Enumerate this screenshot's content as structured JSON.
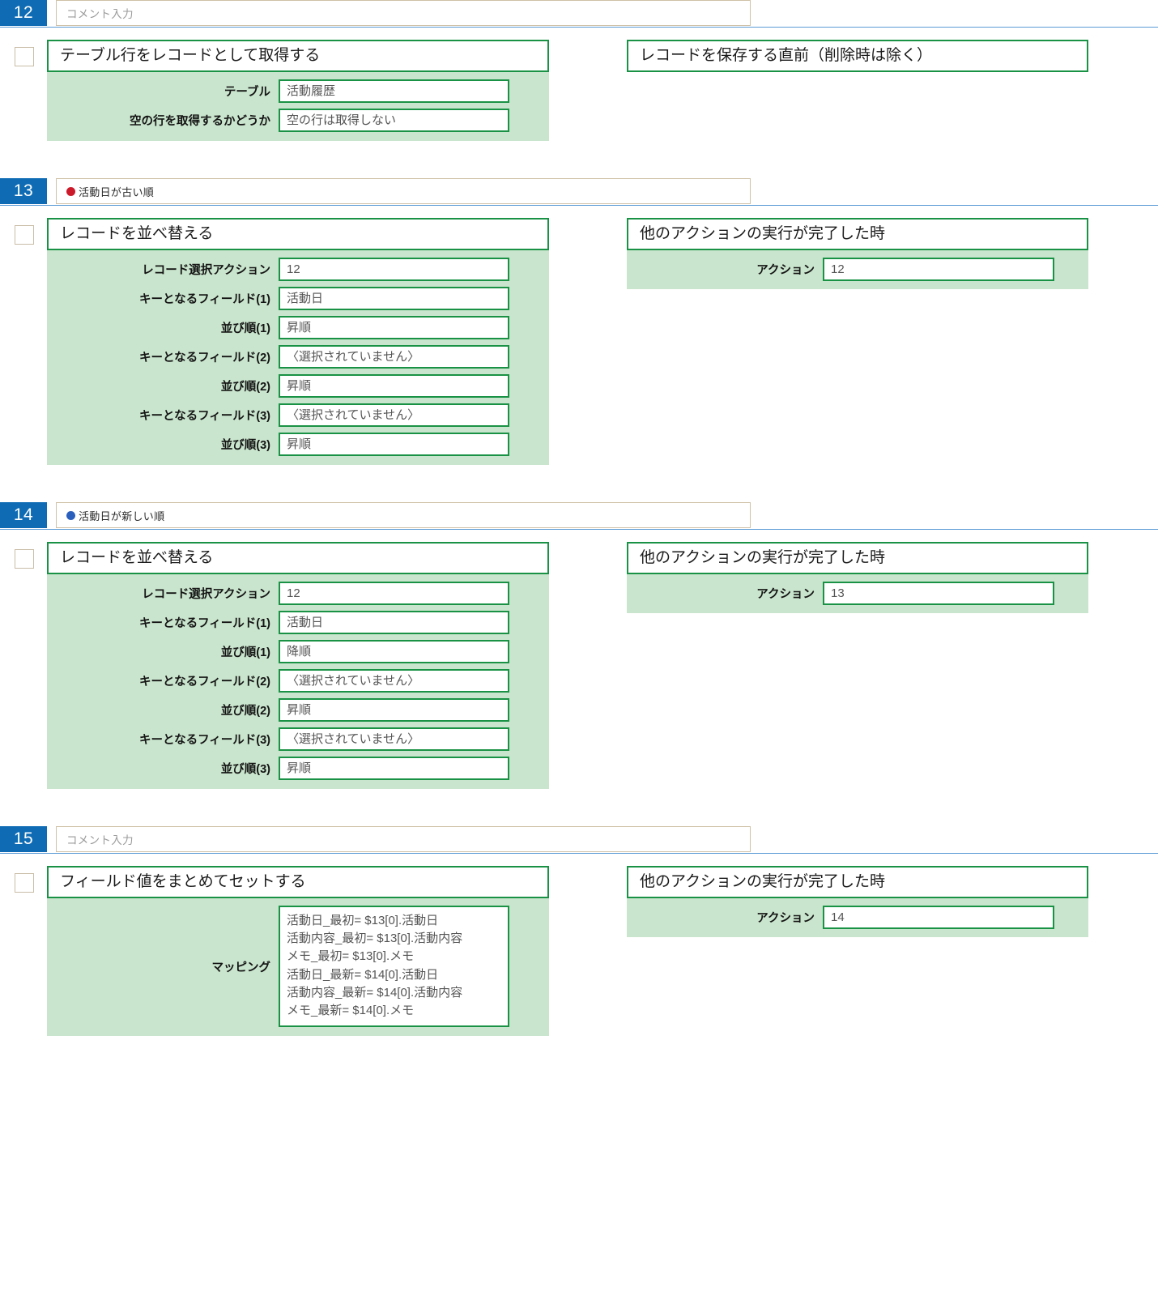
{
  "colors": {
    "index_badge_bg": "#0f6cb4",
    "panel_green": "#c9e5cd",
    "border_green": "#1a9245",
    "comment_border": "#cfc1a6",
    "rule_blue": "#5b9bd5",
    "checkbox_border": "#c9bda7",
    "marker_red": "#cc1a2a",
    "marker_blue": "#2a5fbd"
  },
  "steps": [
    {
      "index": "12",
      "comment": {
        "text": "コメント入力",
        "state": "placeholder",
        "marker": null
      },
      "checkbox_checked": false,
      "action": {
        "title": "テーブル行をレコードとして取得する",
        "params": [
          {
            "label": "テーブル",
            "value": "活動履歴"
          },
          {
            "label": "空の行を取得するかどうか",
            "value": "空の行は取得しない"
          }
        ]
      },
      "trigger": {
        "title": "レコードを保存する直前（削除時は除く）",
        "params": []
      }
    },
    {
      "index": "13",
      "comment": {
        "text": "活動日が古い順",
        "state": "filled",
        "marker": "red"
      },
      "checkbox_checked": false,
      "action": {
        "title": "レコードを並べ替える",
        "params": [
          {
            "label": "レコード選択アクション",
            "value": "12"
          },
          {
            "label": "キーとなるフィールド(1)",
            "value": "活動日"
          },
          {
            "label": "並び順(1)",
            "value": "昇順"
          },
          {
            "label": "キーとなるフィールド(2)",
            "value": "〈選択されていません〉"
          },
          {
            "label": "並び順(2)",
            "value": "昇順"
          },
          {
            "label": "キーとなるフィールド(3)",
            "value": "〈選択されていません〉"
          },
          {
            "label": "並び順(3)",
            "value": "昇順"
          }
        ]
      },
      "trigger": {
        "title": "他のアクションの実行が完了した時",
        "params": [
          {
            "label": "アクション",
            "value": "12"
          }
        ]
      }
    },
    {
      "index": "14",
      "comment": {
        "text": "活動日が新しい順",
        "state": "filled",
        "marker": "blue"
      },
      "checkbox_checked": false,
      "action": {
        "title": "レコードを並べ替える",
        "params": [
          {
            "label": "レコード選択アクション",
            "value": "12"
          },
          {
            "label": "キーとなるフィールド(1)",
            "value": "活動日"
          },
          {
            "label": "並び順(1)",
            "value": "降順"
          },
          {
            "label": "キーとなるフィールド(2)",
            "value": "〈選択されていません〉"
          },
          {
            "label": "並び順(2)",
            "value": "昇順"
          },
          {
            "label": "キーとなるフィールド(3)",
            "value": "〈選択されていません〉"
          },
          {
            "label": "並び順(3)",
            "value": "昇順"
          }
        ]
      },
      "trigger": {
        "title": "他のアクションの実行が完了した時",
        "params": [
          {
            "label": "アクション",
            "value": "13"
          }
        ]
      }
    },
    {
      "index": "15",
      "comment": {
        "text": "コメント入力",
        "state": "placeholder",
        "marker": null
      },
      "checkbox_checked": false,
      "action": {
        "title": "フィールド値をまとめてセットする",
        "params": [
          {
            "label": "マッピング",
            "multiline": true,
            "value": "活動日_最初= $13[0].活動日\n活動内容_最初= $13[0].活動内容\nメモ_最初= $13[0].メモ\n活動日_最新= $14[0].活動日\n活動内容_最新= $14[0].活動内容\nメモ_最新= $14[0].メモ"
          }
        ]
      },
      "trigger": {
        "title": "他のアクションの実行が完了した時",
        "params": [
          {
            "label": "アクション",
            "value": "14"
          }
        ]
      }
    }
  ]
}
